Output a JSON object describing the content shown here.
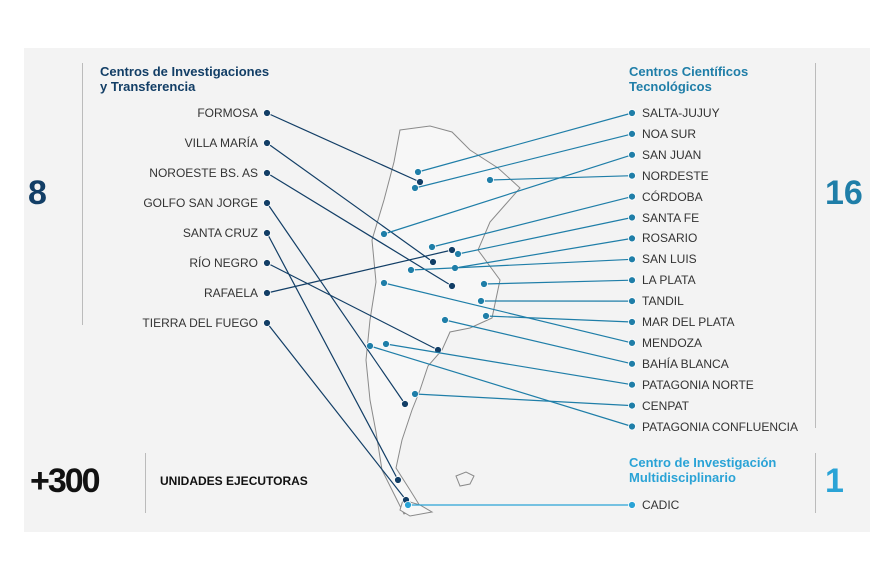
{
  "left": {
    "title_line1": "Centros de Investigaciones",
    "title_line2": "y Transferencia",
    "count": "8",
    "items": [
      "FORMOSA",
      "VILLA MARÍA",
      "NOROESTE BS. AS",
      "GOLFO SAN JORGE",
      "SANTA CRUZ",
      "RÍO NEGRO",
      "RAFAELA",
      "TIERRA DEL FUEGO"
    ]
  },
  "right": {
    "title_line1": "Centros Científicos",
    "title_line2": "Tecnológicos",
    "count": "16",
    "items": [
      "SALTA-JUJUY",
      "NOA SUR",
      "SAN JUAN",
      "NORDESTE",
      "CÓRDOBA",
      "SANTA FE",
      "ROSARIO",
      "SAN LUIS",
      "LA PLATA",
      "TANDIL",
      "MAR DEL PLATA",
      "MENDOZA",
      "BAHÍA BLANCA",
      "PATAGONIA NORTE",
      "CENPAT",
      "PATAGONIA CONFLUENCIA"
    ]
  },
  "multi": {
    "title_line1": "Centro de Investigación",
    "title_line2": "Multidisciplinario",
    "count": "1",
    "items": [
      "CADIC"
    ]
  },
  "units": {
    "count": "+300",
    "label": "UNIDADES EJECUTORAS"
  },
  "colors": {
    "navy": "#123e66",
    "teal": "#1f7ea8",
    "cyan": "#2aa3d6"
  }
}
